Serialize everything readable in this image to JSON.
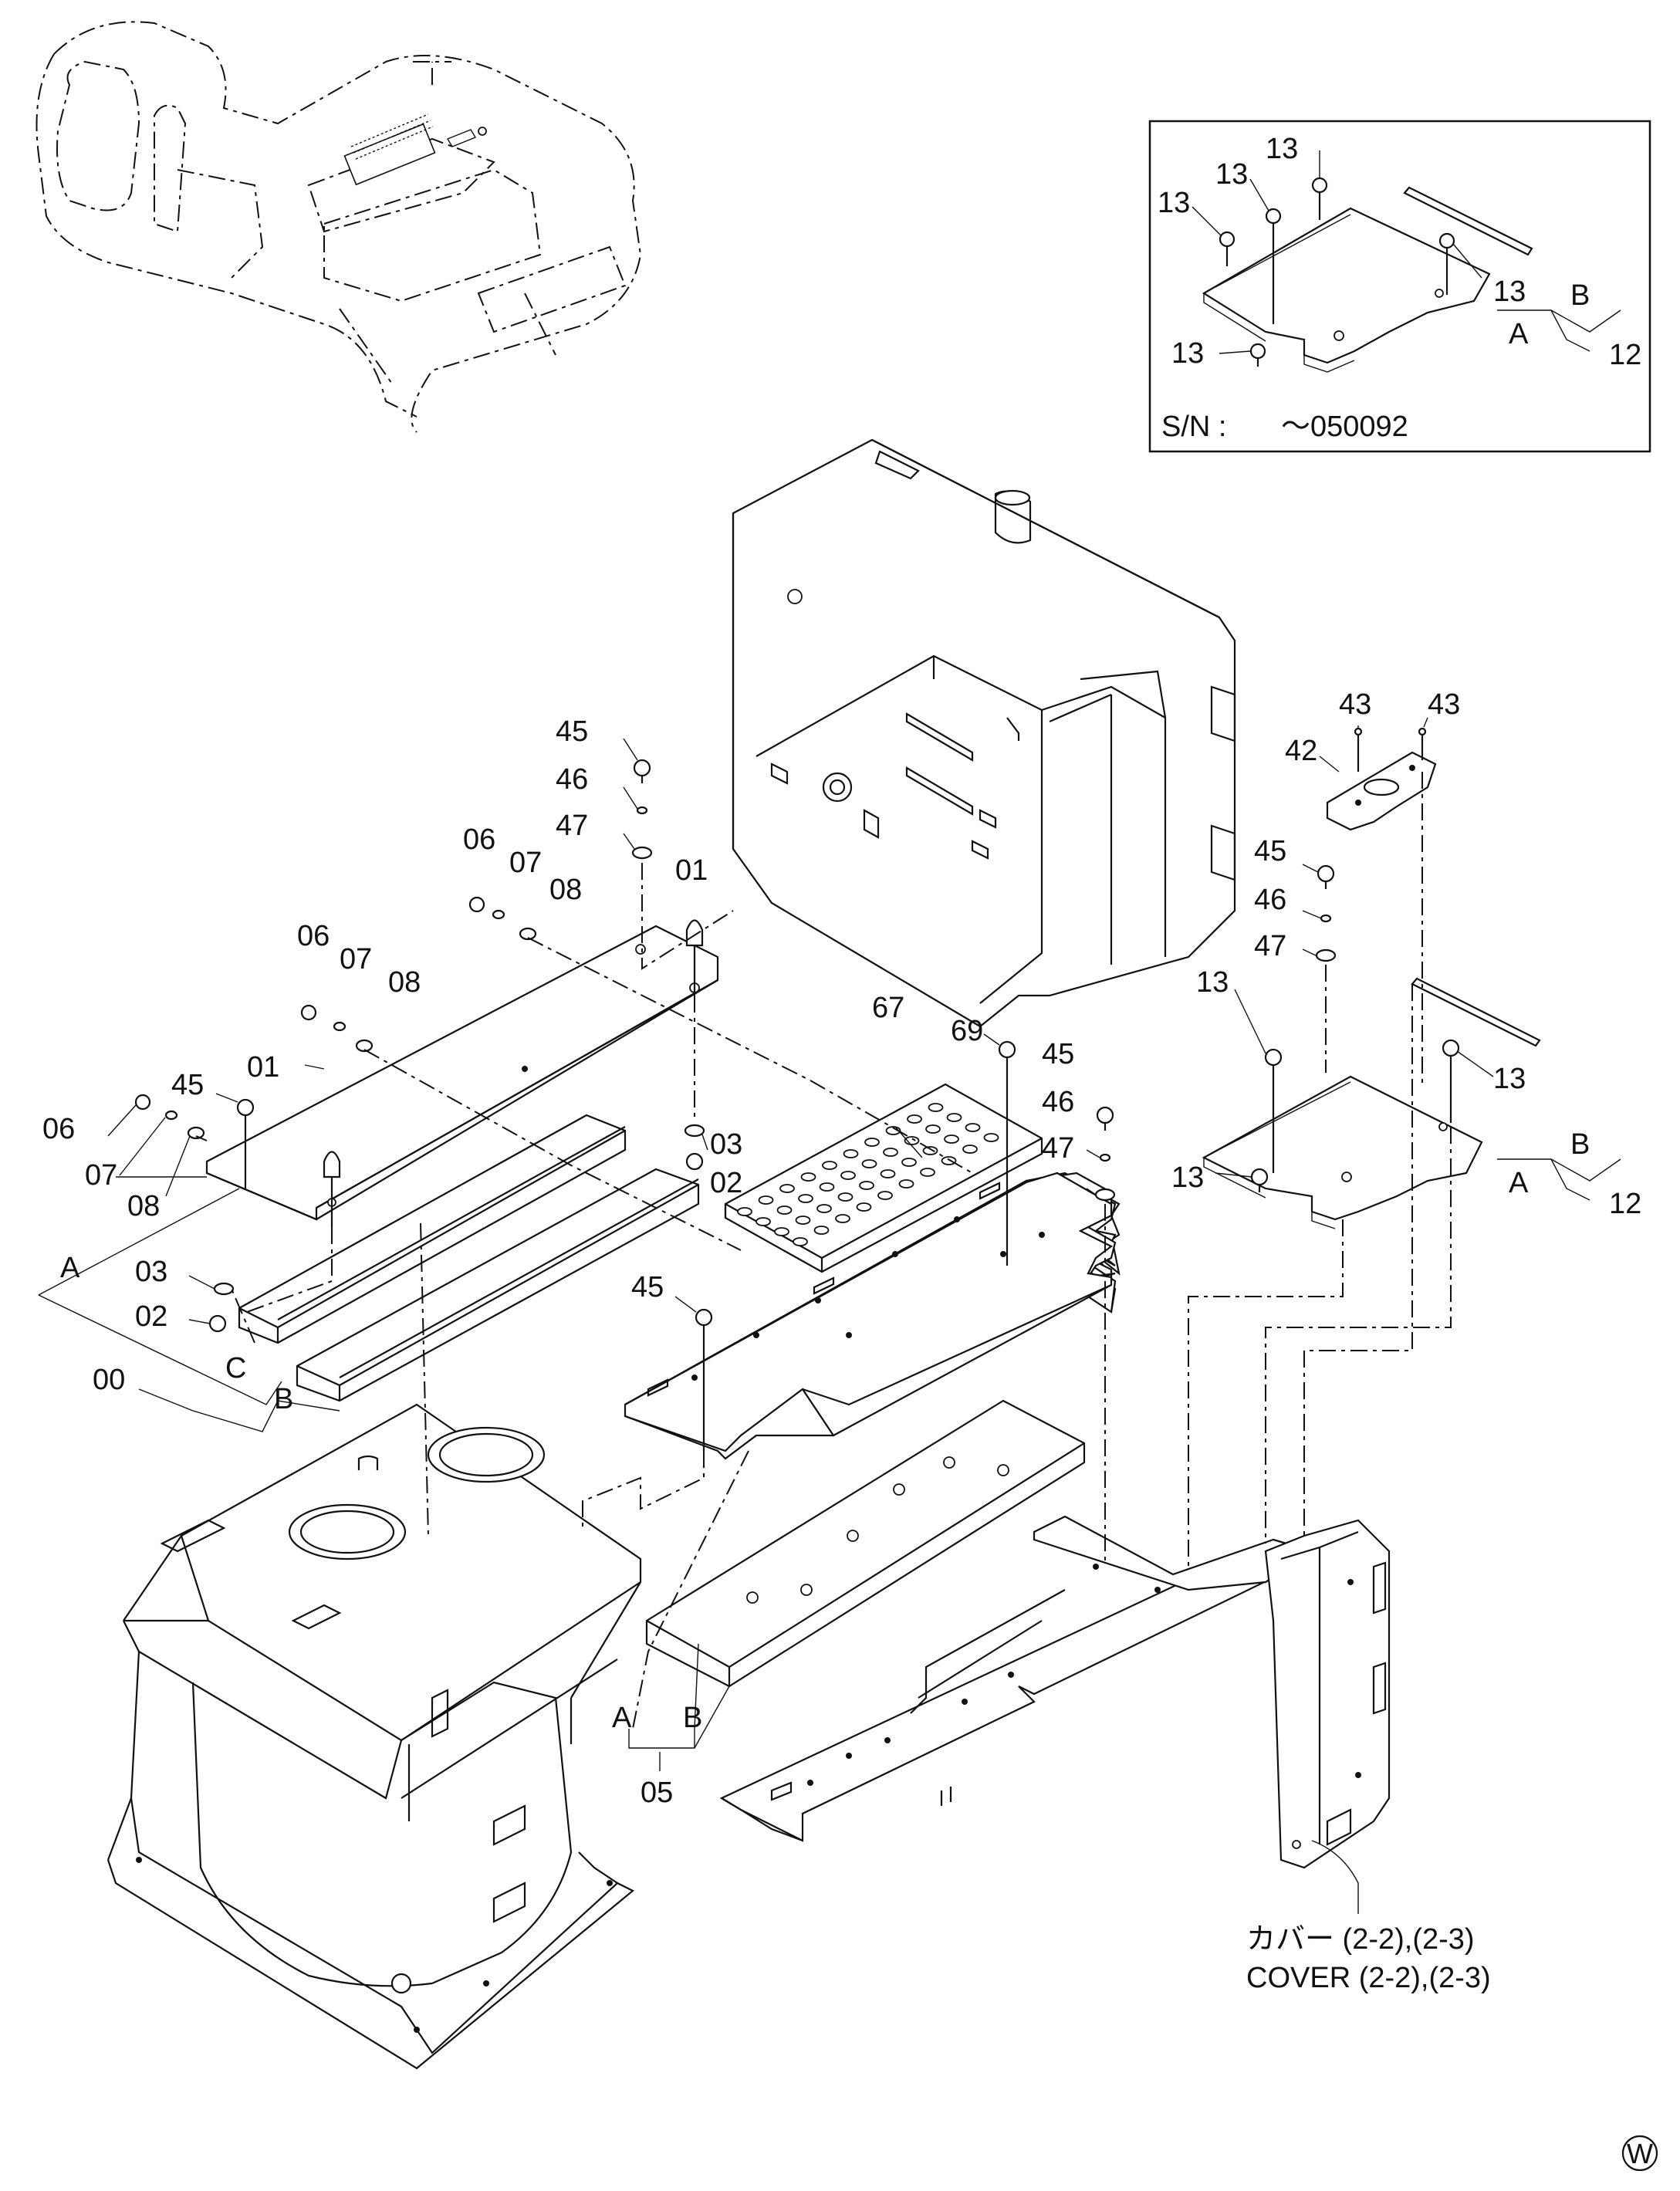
{
  "callouts": {
    "inset_13_a": "13",
    "inset_13_b": "13",
    "inset_13_c": "13",
    "inset_13_d": "13",
    "inset_13_e": "13",
    "inset_A": "A",
    "inset_B": "B",
    "inset_12": "12",
    "c45_a": "45",
    "c46_a": "46",
    "c47_a": "47",
    "c06_a": "06",
    "c07_a": "07",
    "c08_a": "08",
    "c01_a": "01",
    "c06_b": "06",
    "c07_b": "07",
    "c08_b": "08",
    "c01_b": "01",
    "c45_b": "45",
    "c06_c": "06",
    "c07_c": "07",
    "c08_c": "08",
    "c03_a": "03",
    "c02_a": "02",
    "cA_left": "A",
    "c03_b": "03",
    "c02_b": "02",
    "c00": "00",
    "cC": "C",
    "cB_left": "B",
    "c67": "67",
    "c69": "69",
    "c45_c": "45",
    "c46_c": "46",
    "c47_c": "47",
    "c45_d": "45",
    "c43_a": "43",
    "c43_b": "43",
    "c42": "42",
    "c45_e": "45",
    "c46_e": "46",
    "c47_e": "47",
    "c13_a": "13",
    "c13_b": "13",
    "c13_c": "13",
    "cA_right": "A",
    "cB_right": "B",
    "c12": "12",
    "cA_bottom": "A",
    "cB_bottom": "B",
    "c05": "05"
  },
  "serial_note": {
    "label": "S/N  :",
    "value": "～050092"
  },
  "cover_note": {
    "line_jp": "カバー (2-2),(2-3)",
    "line_en": "COVER (2-2),(2-3)"
  },
  "corner_mark": "W"
}
